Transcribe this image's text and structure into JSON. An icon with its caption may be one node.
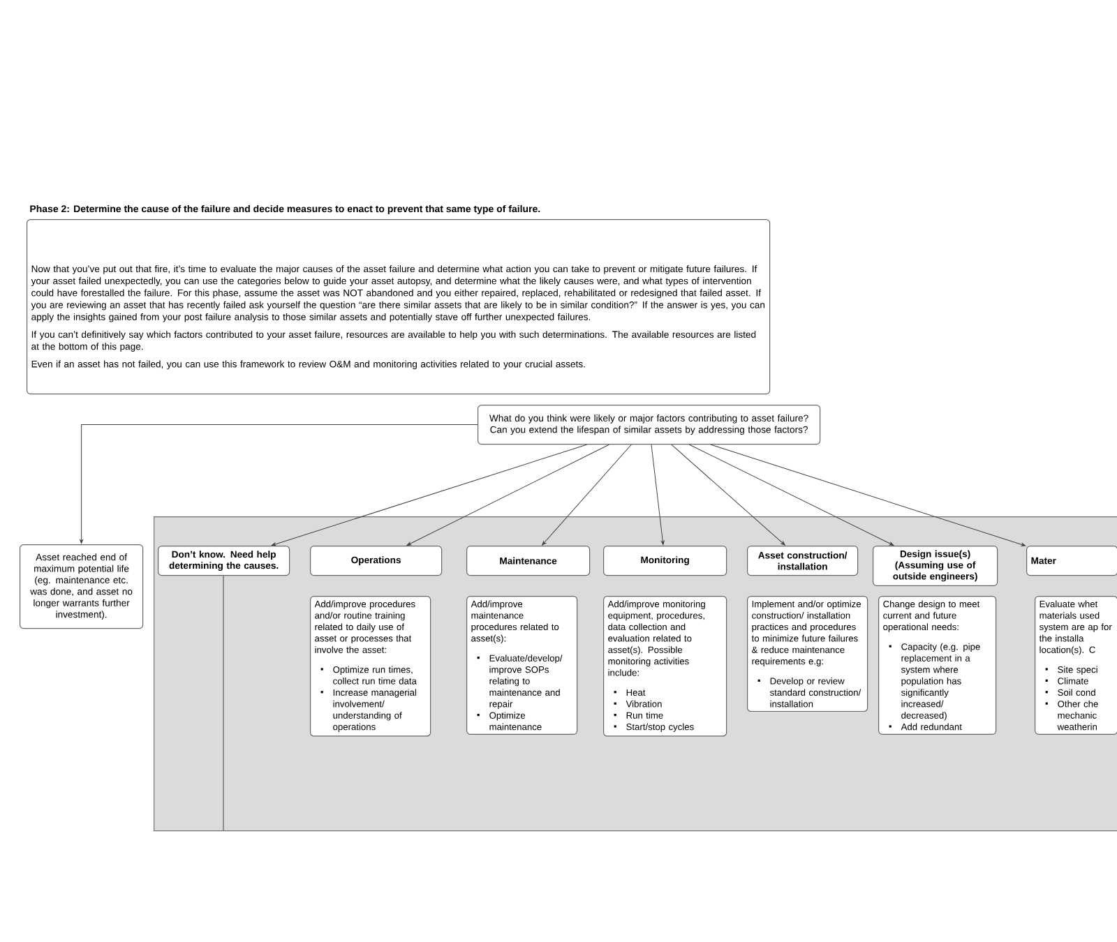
{
  "diagram": {
    "title": "Phase 2: Determine the cause of the failure and decide measures to enact to prevent that same type of failure.",
    "nodes": [
      {
        "text": [
          "Now that you’ve put out that fire, it’s time to evaluate the major causes of the asset failure and determine what action you can take to prevent or mitigate future failures. If your asset failed unexpectedly, you can use the categories below to guide your asset autopsy, and determine what the likely causes were, and what types of intervention could have forestalled the failure. For this phase, assume the asset was NOT abandoned and you either repaired, replaced, rehabilitated or redesigned that failed asset. If you are reviewing an asset that has recently failed ask yourself the question “are there similar assets that are likely to be in similar condition?”  If the answer is yes, you can apply the insights gained from your post failure analysis to those similar assets and potentially stave off further unexpected failures.",
          "If you can’t definitively say which factors contributed to your asset failure, resources are available to help you with such determinations. The available resources are listed at the bottom of this page.",
          "Even if an asset has not failed, you can use this framework to review O&M and monitoring activities related to your crucial assets."
        ]
      },
      {
        "text": [
          "What do you think were likely or major factors contributing to asset failure?  Can you extend the lifespan of similar assets by addressing those factors?"
        ]
      },
      {
        "text": [
          "Asset reached end of maximum potential life (eg. maintenance etc. was done, and asset no longer warrants further investment)."
        ]
      },
      {
        "text": [],
        "shape": "box"
      },
      {
        "text": [
          "Don’t know. Need help determining the causes."
        ],
        "in": 3
      },
      {
        "text": [
          "Operations"
        ],
        "in": 3
      },
      {
        "text": [
          "Maintenance"
        ],
        "in": 3
      },
      {
        "text": [
          "Monitoring"
        ],
        "in": 3
      },
      {
        "text": [
          "Asset construction/ installation"
        ],
        "in": 3
      },
      {
        "text": [
          "Design issue(s) (Assuming use of outside engineers)"
        ],
        "in": 3
      },
      {
        "text": [
          "Mater"
        ],
        "in": 3
      },
      {
        "text": [
          "Add/improve procedures and/or routine training related to daily use of asset or processes that involve the asset:",
          "Optimize run times, collect run time data",
          "Increase managerial involvement/ understanding of operations"
        ],
        "in": 3
      },
      {
        "text": [
          "Add/improve maintenance procedures related to asset(s):",
          "Evaluate/develop/ improve SOPs relating to maintenance and repair",
          "Optimize maintenance"
        ],
        "in": 3
      },
      {
        "text": [
          "Add/improve monitoring equipment, procedures, data collection and evaluation related to asset(s).  Possible monitoring activities include:",
          "Heat",
          "Vibration",
          "Run time",
          "Start/stop cycles"
        ],
        "in": 3
      },
      {
        "text": [
          "Implement and/or optimize construction/ installation practices and procedures to minimize future failures & reduce maintenance requirements e.g:",
          "Develop or review standard construction/ installation"
        ],
        "in": 3
      },
      {
        "text": [
          "Change design to meet current and future operational needs:",
          "Capacity (e.g. pipe replacement in a system where population has significantly increased/ decreased)",
          "Add redundant"
        ],
        "in": 3
      },
      {
        "text": [
          "Evaluate whet materials used system are ap for the installa location(s). C",
          "Site speci",
          "Climate",
          "Soil cond",
          "Other che mechanic weatherin"
        ],
        "in": 3
      }
    ],
    "edges": [
      {
        "from": 1,
        "to": 2,
        "arrow": "to"
      },
      {
        "from": 1,
        "to": 4,
        "arrow": "to"
      },
      {
        "from": 1,
        "to": 5,
        "arrow": "to"
      },
      {
        "from": 1,
        "to": 6,
        "arrow": "to"
      },
      {
        "from": 1,
        "to": 7,
        "arrow": "to"
      },
      {
        "from": 1,
        "to": 8,
        "arrow": "to"
      },
      {
        "from": 1,
        "to": 9,
        "arrow": "to"
      },
      {
        "from": 1,
        "to": 10,
        "arrow": "to"
      },
      {
        "from": 4,
        "to": null,
        "arrow": "none"
      }
    ]
  }
}
